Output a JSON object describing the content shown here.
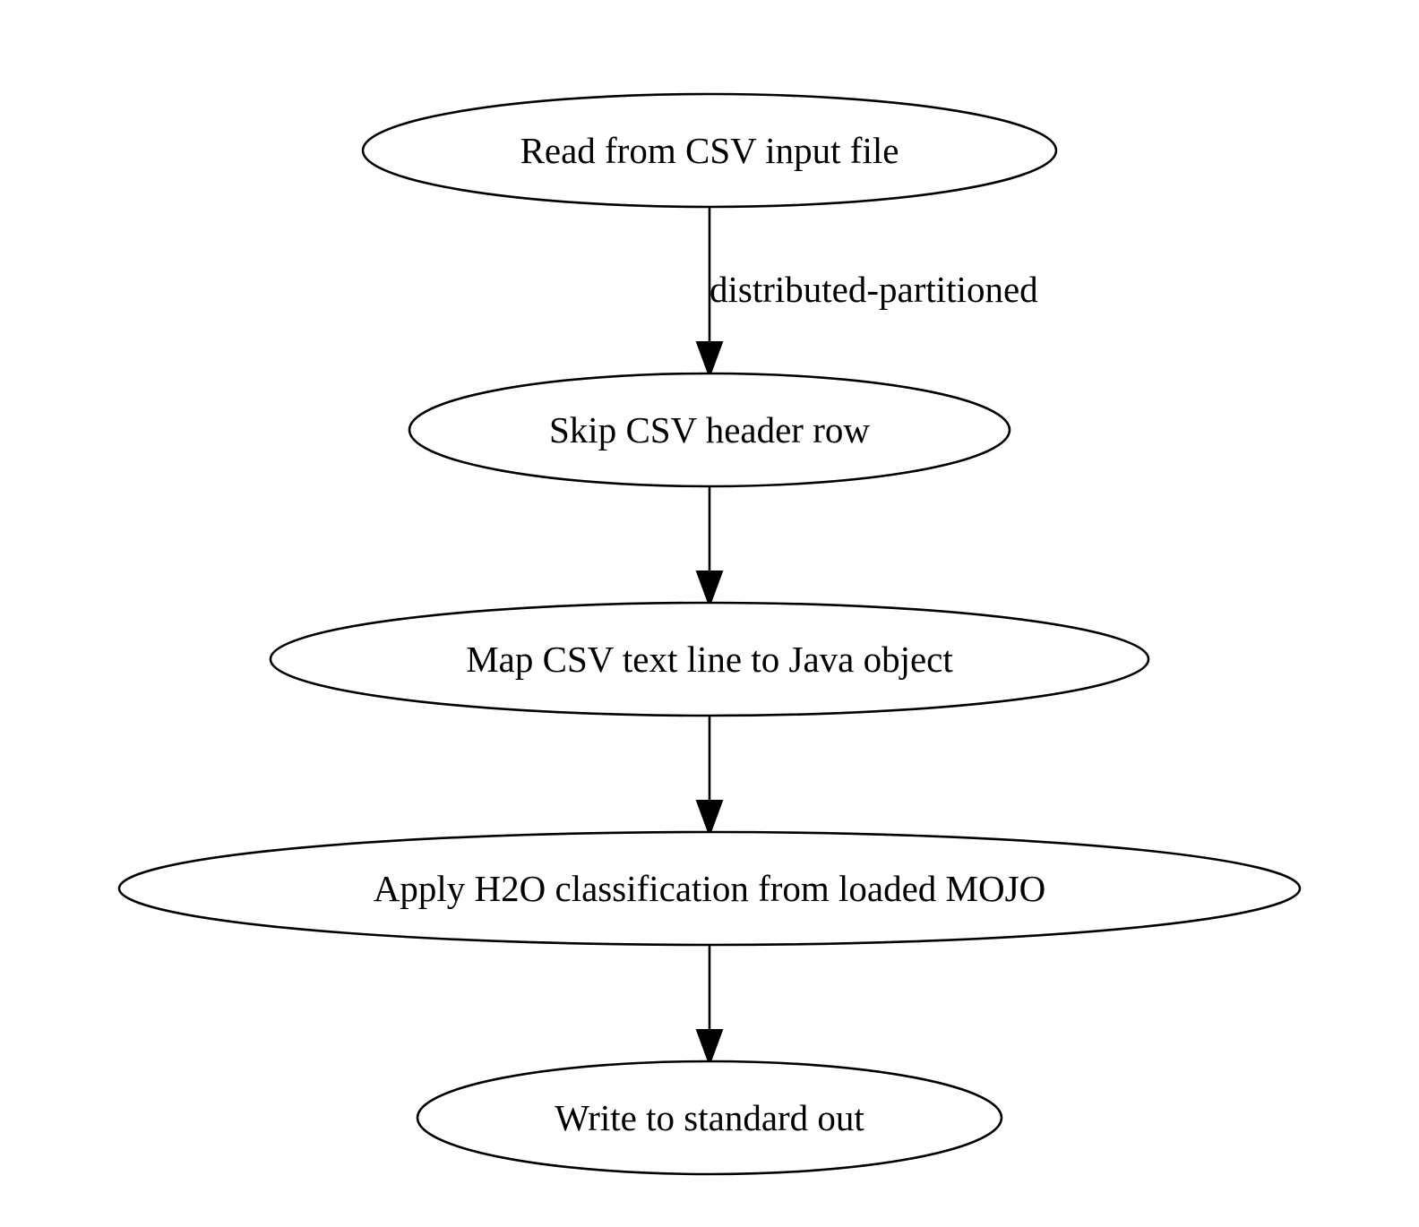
{
  "diagram": {
    "nodes": [
      {
        "id": "read",
        "label": "Read from CSV input file"
      },
      {
        "id": "skip",
        "label": "Skip CSV header row"
      },
      {
        "id": "map",
        "label": "Map CSV text line to Java object"
      },
      {
        "id": "apply",
        "label": "Apply H2O classification from loaded MOJO"
      },
      {
        "id": "write",
        "label": "Write to standard out"
      }
    ],
    "edges": [
      {
        "from": "read",
        "to": "skip",
        "label": "distributed-partitioned"
      },
      {
        "from": "skip",
        "to": "map",
        "label": ""
      },
      {
        "from": "map",
        "to": "apply",
        "label": ""
      },
      {
        "from": "apply",
        "to": "write",
        "label": ""
      }
    ],
    "colors": {
      "stroke": "#000000",
      "fill": "#ffffff",
      "text": "#000000"
    }
  }
}
